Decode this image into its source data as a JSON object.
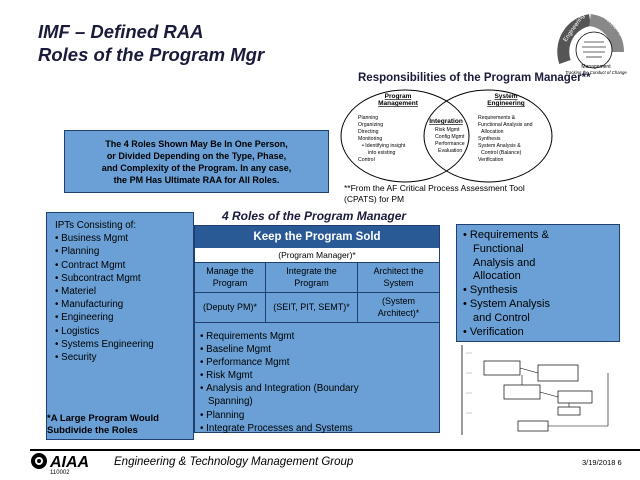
{
  "title": {
    "line1": "IMF – Defined RAA",
    "line2": "Roles of the Program Mgr"
  },
  "logo": {
    "caption_line1": "Management",
    "caption_line2": "Tracking the Conduct of Change",
    "arc_left": "Engineering",
    "arc_right": "Technology"
  },
  "responsibilities_title": "Responsibilities of the Program Manager**",
  "venn": {
    "left_title": [
      "Program",
      "Management"
    ],
    "center_title": "Integration",
    "right_title": [
      "System",
      "Engineering"
    ],
    "left_items": [
      "Planning",
      "Organizing",
      "Directing",
      "Monitoring",
      "• Identifying insight",
      "into existing",
      "Control"
    ],
    "center_items": [
      "Risk Mgmt",
      "Config Mgmt",
      "Performance",
      "Evaluation"
    ],
    "right_items": [
      "Requirements &",
      "Functional Analysis and",
      "Allocation",
      "Synthesis",
      "System Analysis &",
      "Control (Balance)",
      "Verification"
    ]
  },
  "roles_box": [
    "The 4 Roles Shown May Be In One Person,",
    "or Divided Depending on the Type, Phase,",
    "and Complexity of the Program. In any case,",
    "the PM Has Ultimate RAA for All Roles."
  ],
  "from_note": [
    "**From the AF Critical Process Assessment Tool",
    "(CPATS) for PM"
  ],
  "ipts": {
    "heading": "IPTs Consisting of:",
    "items": [
      "Business Mgmt",
      "Planning",
      "Contract Mgmt",
      "Subcontract Mgmt",
      "Materiel",
      "Manufacturing",
      "Engineering",
      "Logistics",
      "Systems Engineering",
      "Security"
    ],
    "note": [
      "*A Large Program Would",
      "Subdivide the Roles"
    ]
  },
  "four_roles_title": "4 Roles of the Program Manager",
  "keep_sold": "Keep the Program Sold",
  "program_manager": "(Program Manager)*",
  "roles": [
    {
      "name": [
        "Manage the",
        "Program"
      ],
      "who": [
        "(Deputy PM)*"
      ]
    },
    {
      "name": [
        "Integrate the",
        "Program"
      ],
      "who": [
        "(SEIT, PIT, SEMT)*"
      ]
    },
    {
      "name": [
        "Architect the",
        "System"
      ],
      "who": [
        "(System",
        "Architect)*"
      ]
    }
  ],
  "responsibilities": [
    "Requirements Mgmt",
    "Baseline Mgmt",
    "Performance Mgmt",
    "Risk Mgmt",
    "Analysis and Integration (Boundary",
    "Spanning)",
    "Planning",
    "Integrate Processes and Systems"
  ],
  "right_box": [
    "Requirements &",
    "Functional",
    "Analysis and",
    "Allocation",
    "Synthesis",
    "System Analysis",
    "and Control",
    "Verification"
  ],
  "footer": {
    "org": "AIAA",
    "code": "110002",
    "text": "Engineering & Technology Management Group",
    "date": "3/19/2018 6"
  }
}
